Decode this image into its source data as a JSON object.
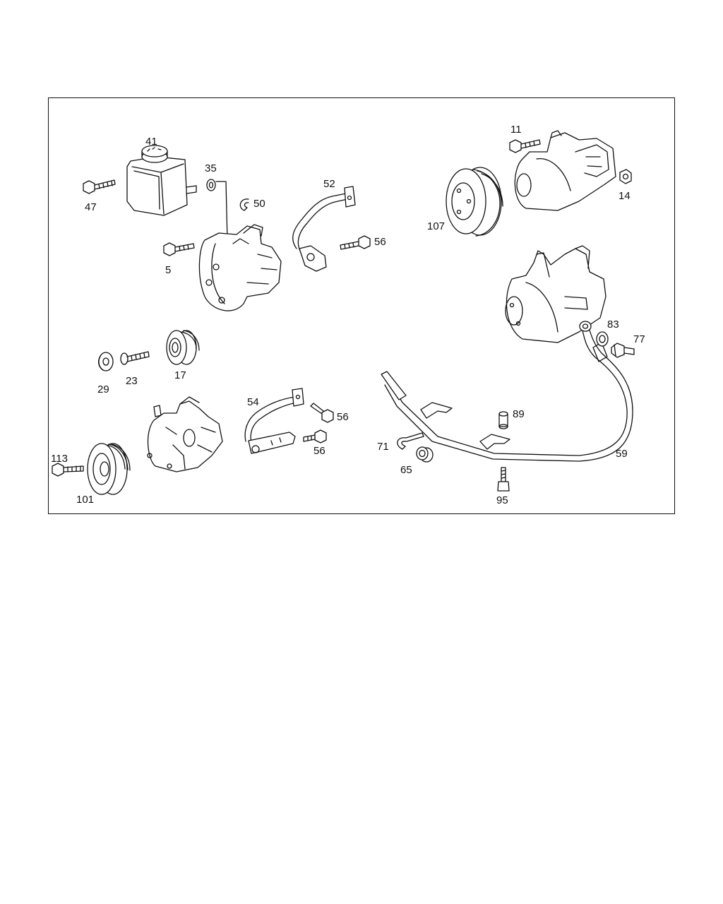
{
  "diagram": {
    "parts": [
      {
        "id": "p41",
        "label": "41"
      },
      {
        "id": "p35",
        "label": "35"
      },
      {
        "id": "p47",
        "label": "47"
      },
      {
        "id": "p50",
        "label": "50"
      },
      {
        "id": "p52",
        "label": "52"
      },
      {
        "id": "p56a",
        "label": "56"
      },
      {
        "id": "p5",
        "label": "5"
      },
      {
        "id": "p11",
        "label": "11"
      },
      {
        "id": "p14",
        "label": "14"
      },
      {
        "id": "p107",
        "label": "107"
      },
      {
        "id": "p83",
        "label": "83"
      },
      {
        "id": "p77",
        "label": "77"
      },
      {
        "id": "p29",
        "label": "29"
      },
      {
        "id": "p23",
        "label": "23"
      },
      {
        "id": "p17",
        "label": "17"
      },
      {
        "id": "p54",
        "label": "54"
      },
      {
        "id": "p56b",
        "label": "56"
      },
      {
        "id": "p56c",
        "label": "56"
      },
      {
        "id": "p89",
        "label": "89"
      },
      {
        "id": "p71",
        "label": "71"
      },
      {
        "id": "p65",
        "label": "65"
      },
      {
        "id": "p59",
        "label": "59"
      },
      {
        "id": "p95",
        "label": "95"
      },
      {
        "id": "p113",
        "label": "113"
      },
      {
        "id": "p101",
        "label": "101"
      }
    ]
  }
}
